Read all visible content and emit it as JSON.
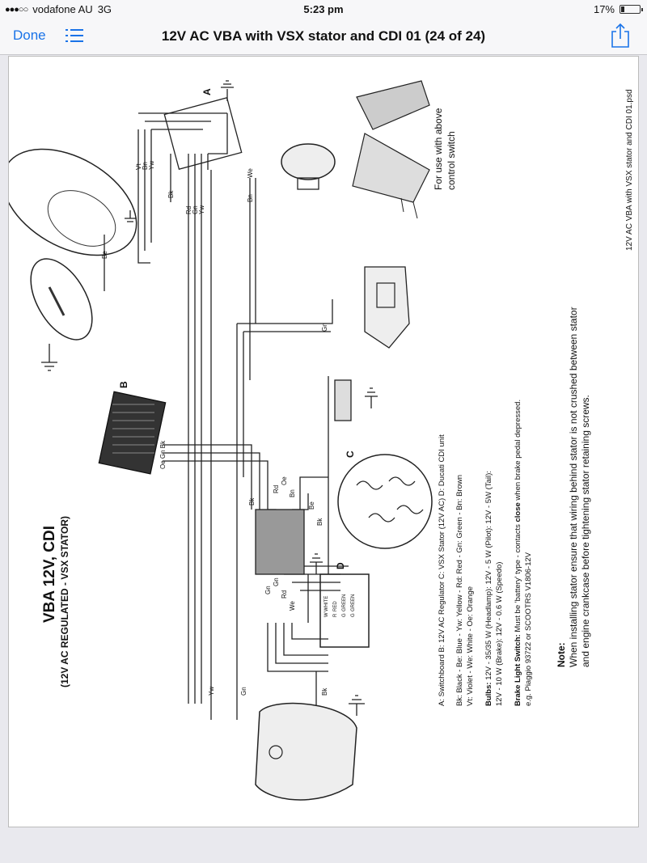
{
  "status_bar": {
    "carrier": "vodafone AU",
    "network": "3G",
    "time": "5:23 pm",
    "battery_percent": "17%",
    "battery_level": 0.17
  },
  "nav": {
    "done_label": "Done",
    "title": "12V AC VBA with VSX stator and CDI 01 (24 of 24)"
  },
  "diagram": {
    "file_name": "12V AC VBA with VSX stator and CDI 01.psd",
    "title": "VBA 12V, CDI",
    "subtitle": "(12V AC REGULATED - VSX STATOR)",
    "switch_note_1": "For use with above",
    "switch_note_2": "control switch",
    "component_labels": {
      "a": "A",
      "b": "B",
      "c": "C",
      "d": "D"
    },
    "wire_labels": {
      "vt": "Vt",
      "bn": "Bn",
      "yw": "Yw",
      "bk": "Bk",
      "rd": "Rd",
      "gn": "Gn",
      "we": "We",
      "be": "Be",
      "oe": "Oe",
      "oe_gn_bk": "Oe Gn Bk"
    },
    "cdi_terminals": [
      "WHITE",
      "RED",
      "GREEN",
      "GREEN"
    ],
    "cdi_terminal_letters": [
      "W",
      "R",
      "G",
      "G"
    ],
    "legend": {
      "components_1": "A: Switchboard   B: 12V AC Regulator   C:  VSX Stator (12V AC)   D:  Ducati CDI unit",
      "colours_1": "Bk: Black   -   Be: Blue   -   Yw: Yellow   -   Rd: Red   -   Gn: Green   -   Bn: Brown",
      "colours_2": "Vt: Violet   -   We: White   -   Oe: Orange",
      "bulbs_label": "Bulbs:",
      "bulbs_1": " 12V - 35/35 W (Headlamp):  12V - 5 W (Pilot):  12V - 5W (Tail):",
      "bulbs_2": "12V - 10 W (Brake): 12V - 0.6 W (Speedo)",
      "brake_label": "Brake Light Switch:",
      "brake_1_a": " Must be 'battery' type - contacts ",
      "brake_1_b": "close",
      "brake_1_c": " when brake pedal depressed.",
      "brake_2": "e.g. Piaggio 93722 or SCOOTRS V1806-12V"
    },
    "note": {
      "heading": "Note:",
      "line_1": "When installing stator ensure that wiring behind stator is not crushed between stator",
      "line_2": "and engine crankcase before tightening stator retaining screws."
    }
  }
}
